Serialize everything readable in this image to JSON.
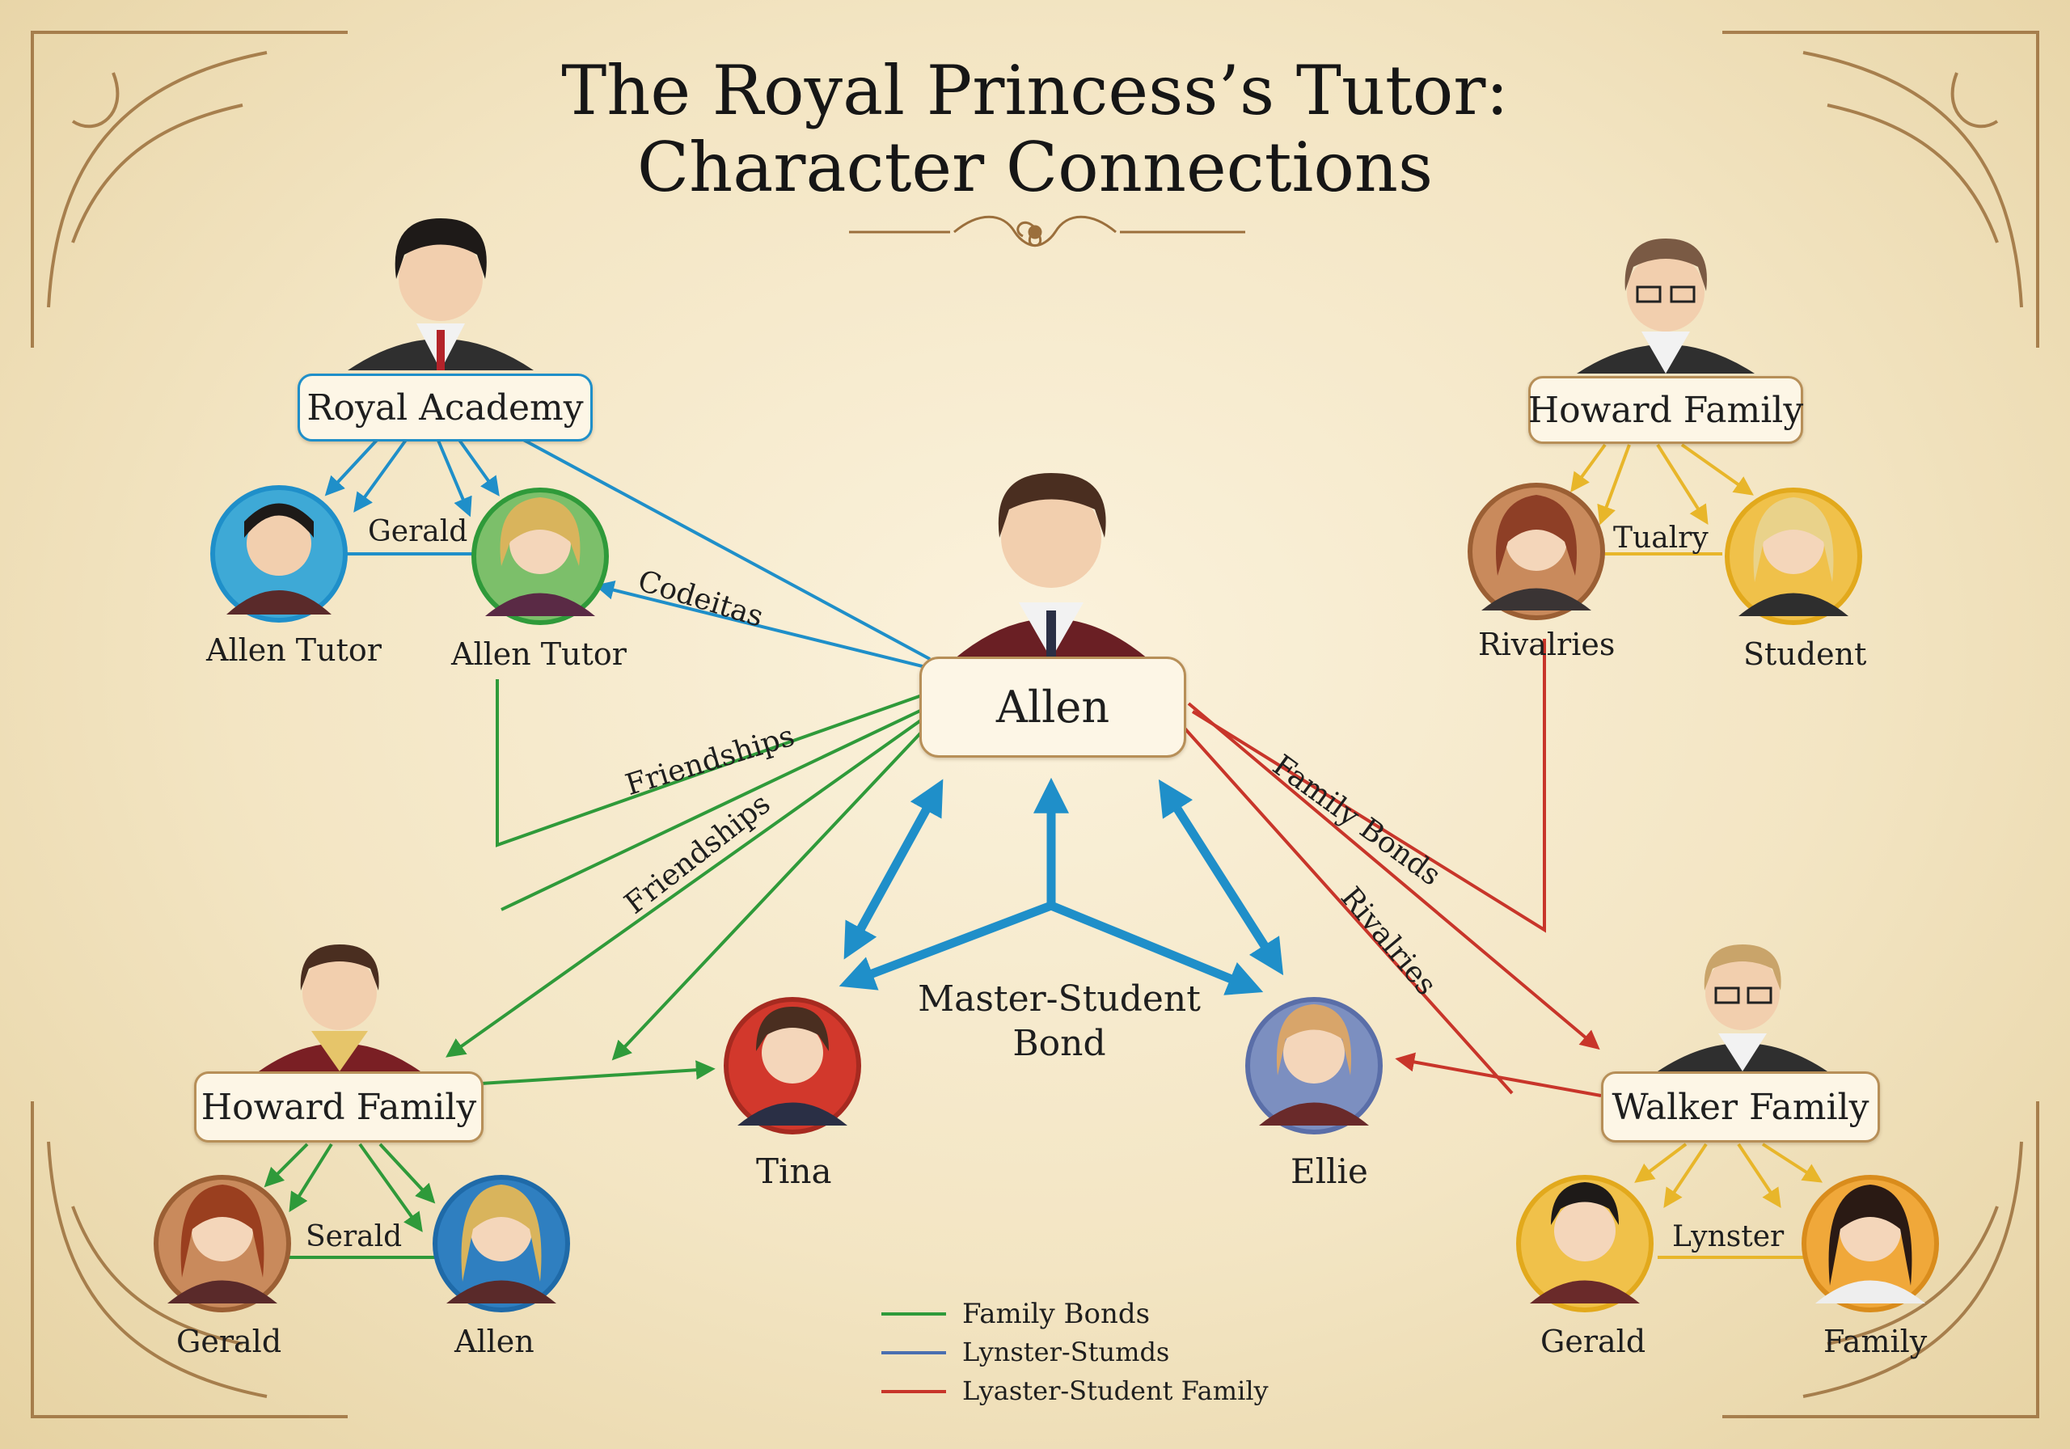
{
  "title": {
    "line1": "The Royal Princess’s Tutor:",
    "line2": "Character Connections"
  },
  "colors": {
    "blue": "#1f8fc9",
    "green": "#2f9a3a",
    "red": "#c8352a",
    "gold": "#e8b62a",
    "box_border": "#b78f58",
    "ornament": "#9b6f3c"
  },
  "nodes": {
    "allen": "Allen",
    "royal_academy": "Royal Academy",
    "howard_family_top": "Howard Family",
    "howard_family_bottom": "Howard Family",
    "walker_family": "Walker Family"
  },
  "characters": {
    "ra_left": "Allen Tutor",
    "ra_right": "Allen Tutor",
    "hf_top_left": "Rivalries",
    "hf_top_right": "Student",
    "hf_bottom_left": "Gerald",
    "hf_bottom_right": "Allen",
    "tina": "Tina",
    "ellie": "Ellie",
    "walker_left": "Gerald",
    "walker_right": "Family"
  },
  "edge_labels": {
    "ra_pair": "Gerald",
    "codeitas": "Codeitas",
    "hf_top_pair": "Tualry",
    "friendships_1": "Friendships",
    "friendships_2": "Friendships",
    "family_bonds": "Family Bonds",
    "rivalries": "Rivalries",
    "master_student": "Master-Student Bond",
    "hf_bottom_pair": "Serald",
    "walker_pair": "Lynster"
  },
  "legend": [
    {
      "label": "Family Bonds",
      "color": "green"
    },
    {
      "label": "Lynster-Stumds",
      "color": "blue"
    },
    {
      "label": "Lyaster-Student Family",
      "color": "red"
    }
  ]
}
